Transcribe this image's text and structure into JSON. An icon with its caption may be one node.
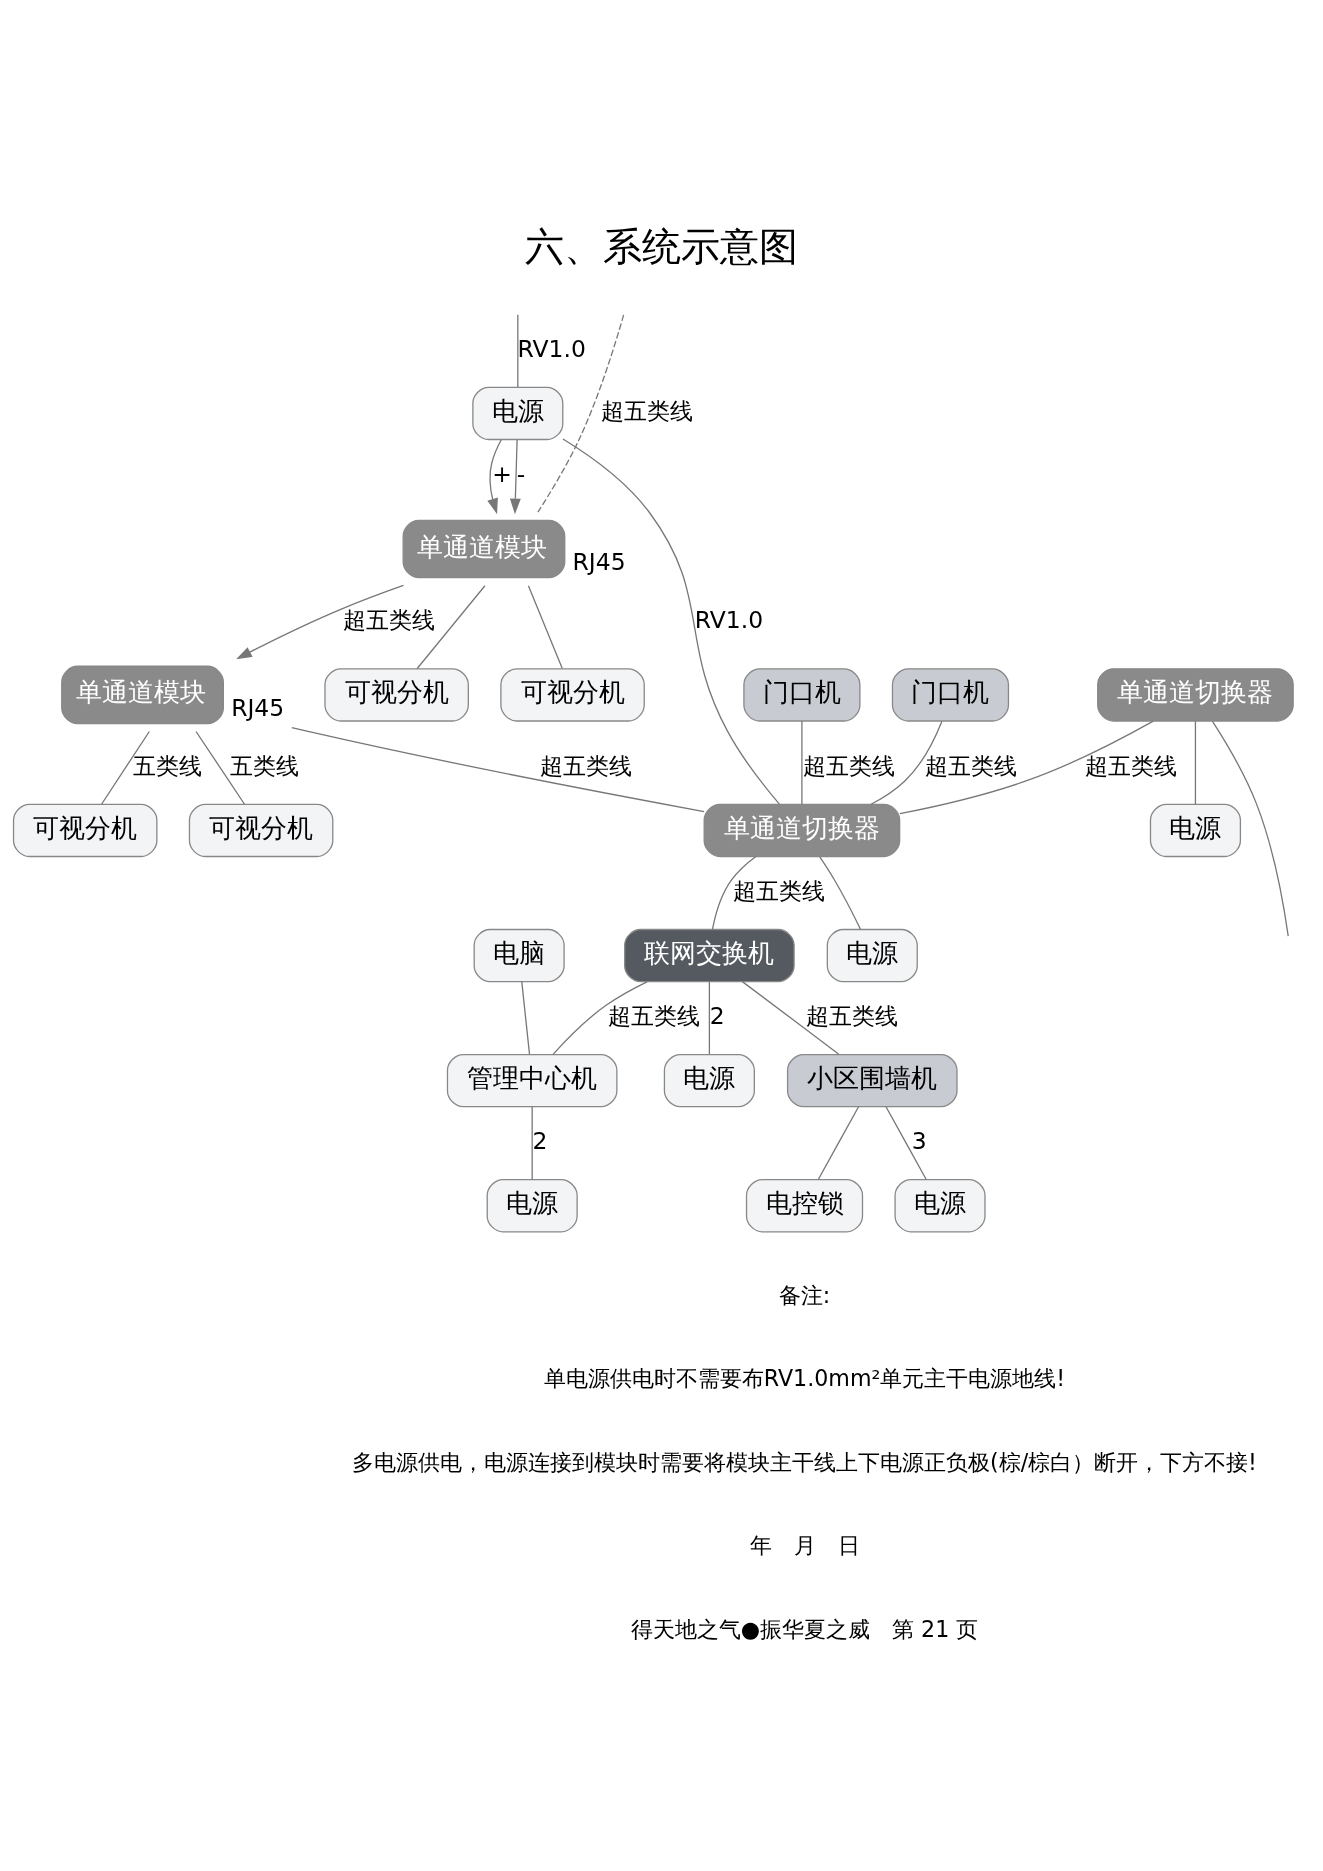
{
  "diagram": {
    "title": "六、系统示意图",
    "nodes": [
      {
        "text": [
          "电源"
        ]
      },
      {
        "text": [
          "单通道模块"
        ],
        "beside": [
          "RJ45"
        ]
      },
      {
        "text": [
          "可视分机"
        ]
      },
      {
        "text": [
          "可视分机"
        ]
      },
      {
        "text": [
          "单通道模块"
        ],
        "beside": [
          "RJ45"
        ]
      },
      {
        "text": [
          "可视分机"
        ]
      },
      {
        "text": [
          "可视分机"
        ]
      },
      {
        "text": [
          "门口机"
        ]
      },
      {
        "text": [
          "门口机"
        ]
      },
      {
        "text": [
          "单通道切换器"
        ]
      },
      {
        "text": [
          "电源"
        ]
      },
      {
        "text": [
          "单通道切换器"
        ]
      },
      {
        "text": [
          "电源"
        ]
      },
      {
        "text": [
          "联网交换机"
        ]
      },
      {
        "text": [
          "电源"
        ]
      },
      {
        "text": [
          "电脑"
        ]
      },
      {
        "text": [
          "管理中心机"
        ]
      },
      {
        "text": [
          "电源"
        ]
      },
      {
        "text": [
          "小区围墙机"
        ]
      },
      {
        "text": [
          "电源"
        ]
      },
      {
        "text": [
          "电控锁"
        ]
      }
    ],
    "edges": [
      {
        "from": null,
        "to": 1,
        "arrow": "none",
        "label": "超五类线",
        "style": "dashed"
      },
      {
        "from": null,
        "to": 0,
        "arrow": "none",
        "label": "RV1.0"
      },
      {
        "from": 0,
        "to": 1,
        "arrow": "to",
        "label": "+"
      },
      {
        "from": 0,
        "to": 1,
        "arrow": "to",
        "label": "-"
      },
      {
        "from": 1,
        "to": 2,
        "arrow": "none"
      },
      {
        "from": 1,
        "to": 3,
        "arrow": "none"
      },
      {
        "from": 1,
        "to": 4,
        "arrow": "to",
        "label": "超五类线"
      },
      {
        "from": 0,
        "to": 11,
        "arrow": "none",
        "label": "RV1.0"
      },
      {
        "from": 4,
        "to": 5,
        "arrow": "none",
        "label": "五类线"
      },
      {
        "from": 4,
        "to": 6,
        "arrow": "none",
        "label": "五类线"
      },
      {
        "from": 4,
        "to": 11,
        "arrow": "none",
        "label": "超五类线"
      },
      {
        "from": 7,
        "to": 11,
        "arrow": "none",
        "label": "超五类线"
      },
      {
        "from": 8,
        "to": 11,
        "arrow": "none",
        "label": "超五类线"
      },
      {
        "from": 9,
        "to": 10,
        "arrow": "none"
      },
      {
        "from": 11,
        "to": 12,
        "arrow": "none"
      },
      {
        "from": 9,
        "to": null,
        "arrow": "none"
      },
      {
        "from": 9,
        "to": 11,
        "arrow": "none",
        "label": "超五类线"
      },
      {
        "from": 11,
        "to": 13,
        "arrow": "none",
        "label": "超五类线"
      },
      {
        "from": 13,
        "to": 14,
        "arrow": "none",
        "label": "2"
      },
      {
        "from": 13,
        "to": 16,
        "arrow": "none",
        "label": "超五类线"
      },
      {
        "from": 13,
        "to": 18,
        "arrow": "none",
        "label": "超五类线"
      },
      {
        "from": 15,
        "to": 16,
        "arrow": "none"
      },
      {
        "from": 16,
        "to": 17,
        "arrow": "none",
        "label": "2"
      },
      {
        "from": 18,
        "to": 19,
        "arrow": "none",
        "label": "3"
      },
      {
        "from": 18,
        "to": 20,
        "arrow": "none"
      }
    ],
    "labels": [
      "备注:",
      "单电源供电时不需要布RV1.0mm²单元主干电源地线!",
      "多电源供电，电源连接到模块时需要将模块主干线上下电源正负极(棕/棕白）断开，下方不接!",
      "年　月　日",
      "得天地之气●振华夏之威　第 21 页"
    ]
  }
}
